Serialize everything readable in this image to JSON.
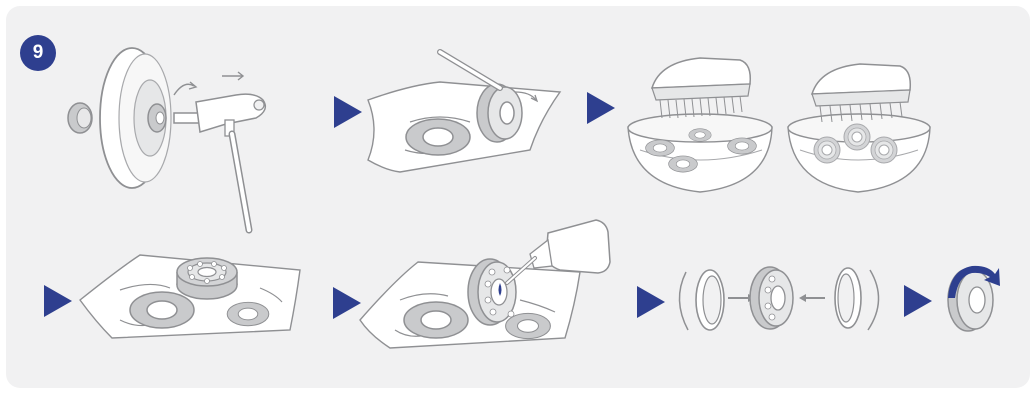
{
  "step": {
    "number": "9"
  },
  "colors": {
    "panel": "#f1f1f2",
    "accent": "#2e3f8f",
    "gray_fill": "#c9cacc",
    "gray_dark": "#a8a9ac",
    "line": "#9b9c9f",
    "white": "#ffffff"
  },
  "illustrations": [
    "wheel-removal-with-t-wrench",
    "remove-bearing-shield-on-cloth",
    "wash-bearings-with-brush-in-bowl",
    "bearings-soaking-in-bowl",
    "bearing-drying-on-cloth",
    "oil-bearing-with-bottle",
    "reassemble-bearing-shields",
    "finished-bearing"
  ],
  "icons": {
    "step_arrow": "play-triangle-icon",
    "rotation_arrow": "curved-arrow-icon"
  }
}
